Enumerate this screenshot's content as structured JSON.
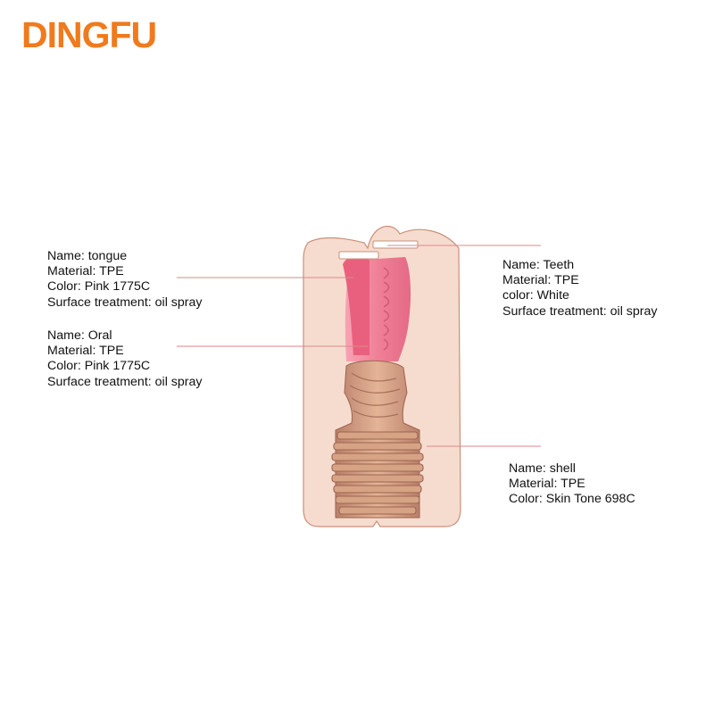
{
  "brand": {
    "name": "DINGFU",
    "color": "#f07a1c"
  },
  "callouts": {
    "tongue": {
      "name": "Name: tongue",
      "material": "Material: TPE",
      "color": "Color: Pink 1775C",
      "surface": "Surface treatment: oil spray"
    },
    "oral": {
      "name": "Name: Oral",
      "material": "Material: TPE",
      "color": "Color: Pink 1775C",
      "surface": "Surface treatment: oil spray"
    },
    "teeth": {
      "name": "Name: Teeth",
      "material": "Material: TPE",
      "color": "color: White",
      "surface": "Surface treatment: oil spray"
    },
    "shell": {
      "name": "Name: shell",
      "material": "Material: TPE",
      "color": "Color: Skin Tone 698C"
    }
  },
  "colors": {
    "shell": "#f6dccf",
    "shell_outline": "#c9907a",
    "oral_pink": "#f08ca0",
    "tongue_pink": "#e9607e",
    "canal": "#d6a384",
    "teeth": "#ffffff",
    "leader_line": "#d98a8a"
  }
}
